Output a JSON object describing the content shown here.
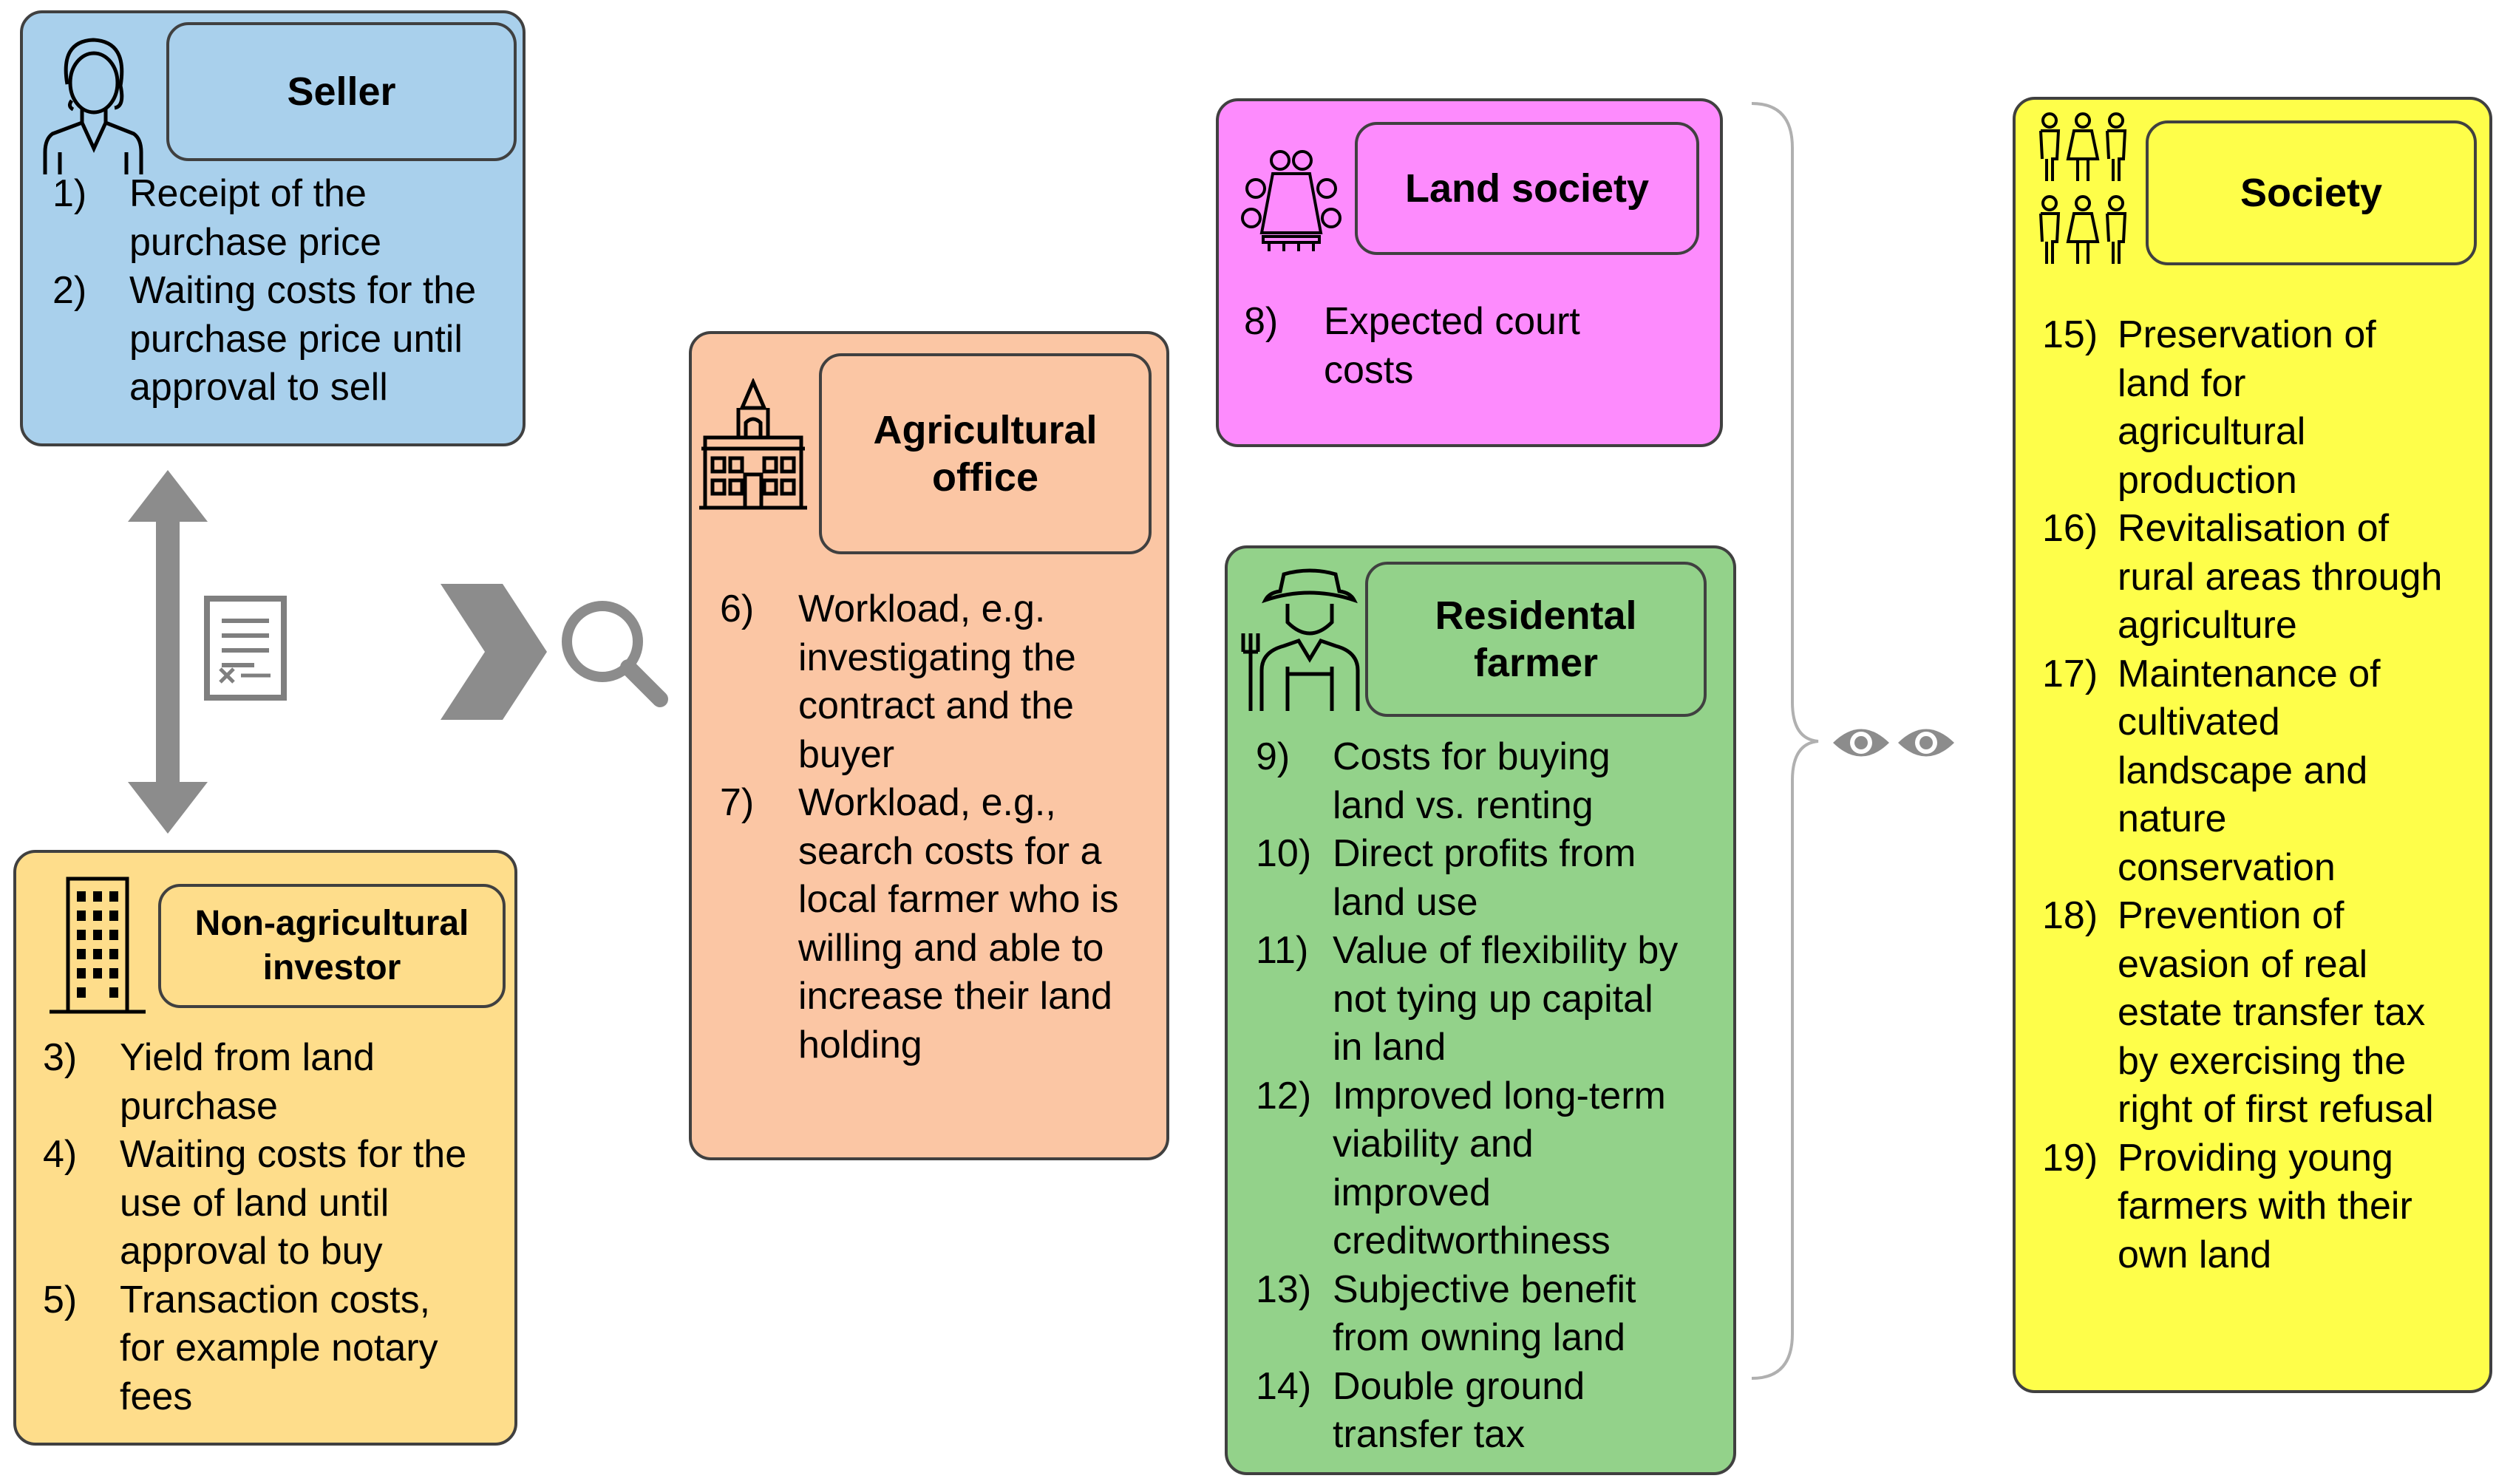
{
  "actors": {
    "seller": {
      "title": "Seller",
      "icon": "businesswoman-icon",
      "color": "#a9d0ec",
      "items": [
        {
          "num": "1)",
          "lines": [
            "Receipt of the",
            "purchase price"
          ]
        },
        {
          "num": "2)",
          "lines": [
            "Waiting costs for the",
            "purchase price until",
            "approval to sell"
          ]
        }
      ]
    },
    "investor": {
      "title": [
        "Non-agricultural",
        "investor"
      ],
      "icon": "office-building-icon",
      "color": "#fedd8b",
      "items": [
        {
          "num": "3)",
          "lines": [
            "Yield from land",
            "purchase"
          ]
        },
        {
          "num": "4)",
          "lines": [
            "Waiting costs for the",
            "use of land until",
            "approval to buy"
          ]
        },
        {
          "num": "5)",
          "lines": [
            "Transaction costs,",
            "for example notary",
            "fees"
          ]
        }
      ]
    },
    "office": {
      "title": [
        "Agricultural",
        "office"
      ],
      "icon": "town-hall-icon",
      "color": "#fbc6a4",
      "items": [
        {
          "num": "6)",
          "lines": [
            "Workload, e.g.",
            "investigating the",
            "contract and the",
            "buyer"
          ]
        },
        {
          "num": "7)",
          "lines": [
            "Workload, e.g.,",
            "search costs for a",
            "local farmer who is",
            "willing and able to",
            "increase their land",
            "holding"
          ]
        }
      ]
    },
    "land_society": {
      "title": "Land society",
      "icon": "meeting-table-icon",
      "color": "#fd8bfd",
      "items": [
        {
          "num": "8)",
          "lines": [
            "Expected court",
            "costs"
          ]
        }
      ]
    },
    "farmer": {
      "title": [
        "Residental",
        "farmer"
      ],
      "icon": "farmer-icon",
      "color": "#93d28a",
      "items": [
        {
          "num": "9)",
          "lines": [
            "Costs for buying",
            "land vs. renting"
          ]
        },
        {
          "num": "10)",
          "lines": [
            "Direct profits from",
            "land use"
          ]
        },
        {
          "num": "11)",
          "lines": [
            "Value of flexibility by",
            "not tying up capital",
            "in land"
          ]
        },
        {
          "num": "12)",
          "lines": [
            "Improved long-term",
            "viability and",
            "improved",
            "creditworthiness"
          ]
        },
        {
          "num": "13)",
          "lines": [
            "Subjective benefit",
            "from owning land"
          ]
        },
        {
          "num": "14)",
          "lines": [
            "Double ground",
            "transfer tax"
          ]
        }
      ]
    },
    "society": {
      "title": "Society",
      "icon": "people-group-icon",
      "color": "#fefe4a",
      "items": [
        {
          "num": "15)",
          "lines": [
            "Preservation of",
            "land for",
            "agricultural",
            "production"
          ]
        },
        {
          "num": "16)",
          "lines": [
            "Revitalisation of",
            "rural areas through",
            "agriculture"
          ]
        },
        {
          "num": "17)",
          "lines": [
            "Maintenance of",
            "cultivated",
            "landscape and",
            "nature",
            "conservation"
          ]
        },
        {
          "num": "18)",
          "lines": [
            "Prevention of",
            "evasion of real",
            "estate transfer tax",
            "by exercising the",
            "right of first refusal"
          ]
        },
        {
          "num": "19)",
          "lines": [
            "Providing young",
            "farmers with their",
            "own land"
          ]
        }
      ]
    }
  },
  "connectors": {
    "contract": "document-contract-icon",
    "review": "chevron-magnifier-icon",
    "observe": "eyes-icon",
    "arrow_color": "#8c8c8c"
  }
}
